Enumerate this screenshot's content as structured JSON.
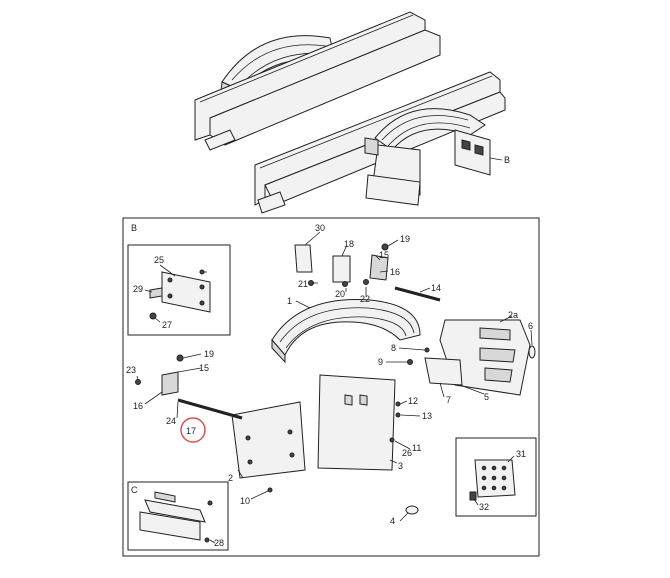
{
  "overview": {
    "callout_b": "B"
  },
  "detail": {
    "title": "B",
    "inset_c_title": "C",
    "callouts": [
      {
        "id": "c30",
        "text": "30"
      },
      {
        "id": "c18",
        "text": "18"
      },
      {
        "id": "c19a",
        "text": "19"
      },
      {
        "id": "c15a",
        "text": "15"
      },
      {
        "id": "c16a",
        "text": "16"
      },
      {
        "id": "c21",
        "text": "21"
      },
      {
        "id": "c20",
        "text": "20"
      },
      {
        "id": "c22",
        "text": "22"
      },
      {
        "id": "c14",
        "text": "14"
      },
      {
        "id": "c1",
        "text": "1"
      },
      {
        "id": "c2a",
        "text": "2a"
      },
      {
        "id": "c6",
        "text": "6"
      },
      {
        "id": "c8",
        "text": "8"
      },
      {
        "id": "c9",
        "text": "9"
      },
      {
        "id": "c5",
        "text": "5"
      },
      {
        "id": "c7",
        "text": "7"
      },
      {
        "id": "c12",
        "text": "12"
      },
      {
        "id": "c13",
        "text": "13"
      },
      {
        "id": "c26",
        "text": "26"
      },
      {
        "id": "c11",
        "text": "11"
      },
      {
        "id": "c3",
        "text": "3"
      },
      {
        "id": "c2",
        "text": "2"
      },
      {
        "id": "c10",
        "text": "10"
      },
      {
        "id": "c4",
        "text": "4"
      },
      {
        "id": "c19b",
        "text": "19"
      },
      {
        "id": "c15b",
        "text": "15"
      },
      {
        "id": "c23",
        "text": "23"
      },
      {
        "id": "c16b",
        "text": "16"
      },
      {
        "id": "c24",
        "text": "24"
      },
      {
        "id": "c17",
        "text": "17"
      },
      {
        "id": "c25",
        "text": "25"
      },
      {
        "id": "c29",
        "text": "29"
      },
      {
        "id": "c27",
        "text": "27"
      },
      {
        "id": "c31",
        "text": "31"
      },
      {
        "id": "c32",
        "text": "32"
      },
      {
        "id": "c28",
        "text": "28"
      }
    ]
  },
  "colors": {
    "line": "#222222",
    "highlight_circle": "#d9534f"
  }
}
